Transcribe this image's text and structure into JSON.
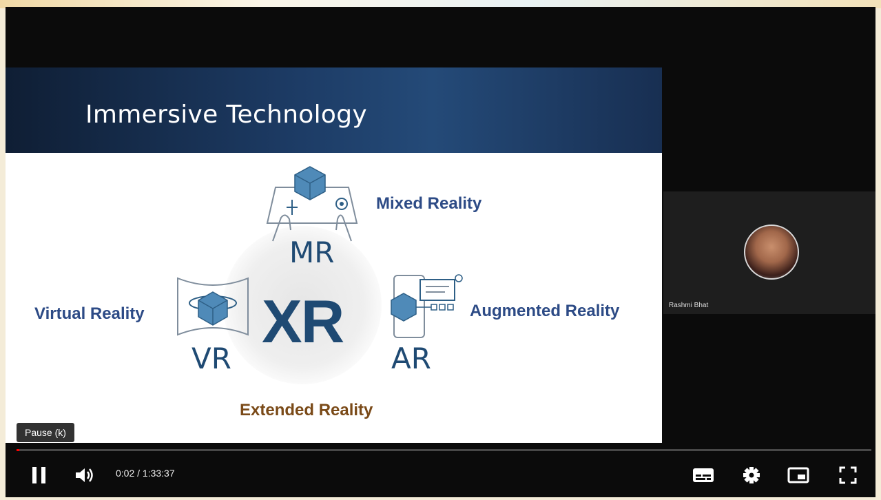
{
  "slide": {
    "title": "Immersive Technology",
    "center_label": "XR",
    "center_caption": "Extended Reality",
    "items": [
      {
        "abbr": "MR",
        "name": "Mixed Reality"
      },
      {
        "abbr": "VR",
        "name": "Virtual Reality"
      },
      {
        "abbr": "AR",
        "name": "Augmented Reality"
      }
    ]
  },
  "participant": {
    "name": "Rashmi Bhat"
  },
  "player": {
    "tooltip": "Pause (k)",
    "time": "0:02 / 1:33:37",
    "progress_fraction": 0.0004,
    "icons": {
      "play_pause": "pause-icon",
      "volume": "volume-icon",
      "subtitles": "subtitles-icon",
      "settings": "settings-icon",
      "miniplayer": "miniplayer-icon",
      "fullscreen": "fullscreen-icon"
    }
  },
  "colors": {
    "accent": "#ff0000",
    "slide_blue": "#1f4a73",
    "label_blue": "#2d4b86",
    "caption_brown": "#7a4a18"
  }
}
